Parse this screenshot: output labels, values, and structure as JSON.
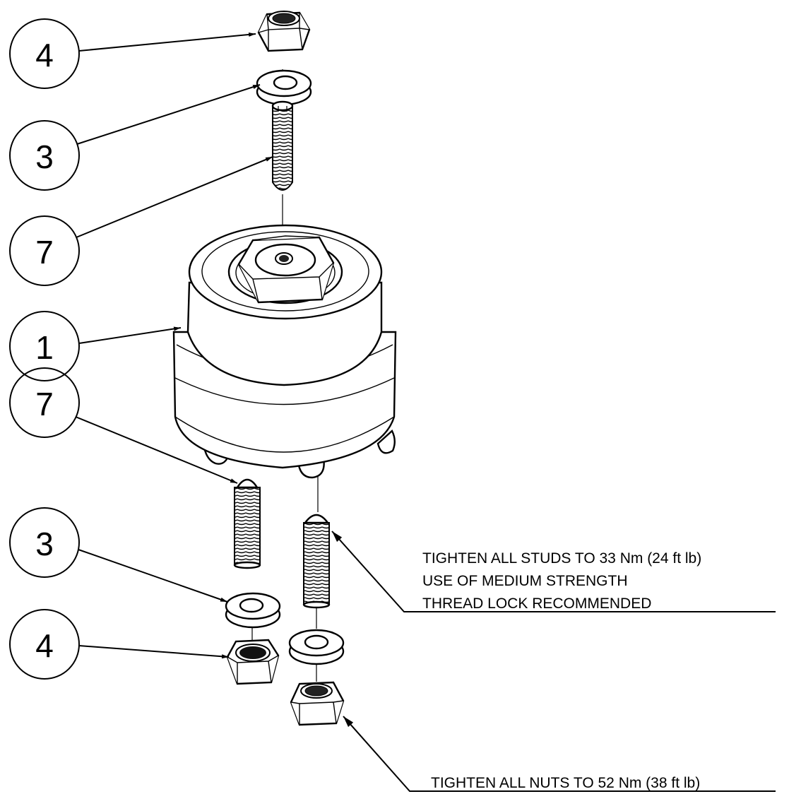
{
  "balloons": [
    {
      "id": "balloon-4-top",
      "label": "4"
    },
    {
      "id": "balloon-3-top",
      "label": "3"
    },
    {
      "id": "balloon-7-top",
      "label": "7"
    },
    {
      "id": "balloon-1",
      "label": "1"
    },
    {
      "id": "balloon-7-bottom",
      "label": "7"
    },
    {
      "id": "balloon-3-bottom",
      "label": "3"
    },
    {
      "id": "balloon-4-bottom",
      "label": "4"
    }
  ],
  "notes": {
    "studs": {
      "line1": "TIGHTEN ALL STUDS TO 33 Nm (24 ft lb)",
      "line2": "USE OF MEDIUM STRENGTH",
      "line3": "THREAD LOCK RECOMMENDED"
    },
    "nuts": {
      "line1": "TIGHTEN ALL NUTS TO 52 Nm (38 ft lb)"
    }
  },
  "colors": {
    "ink": "#000000",
    "paper": "#ffffff"
  }
}
